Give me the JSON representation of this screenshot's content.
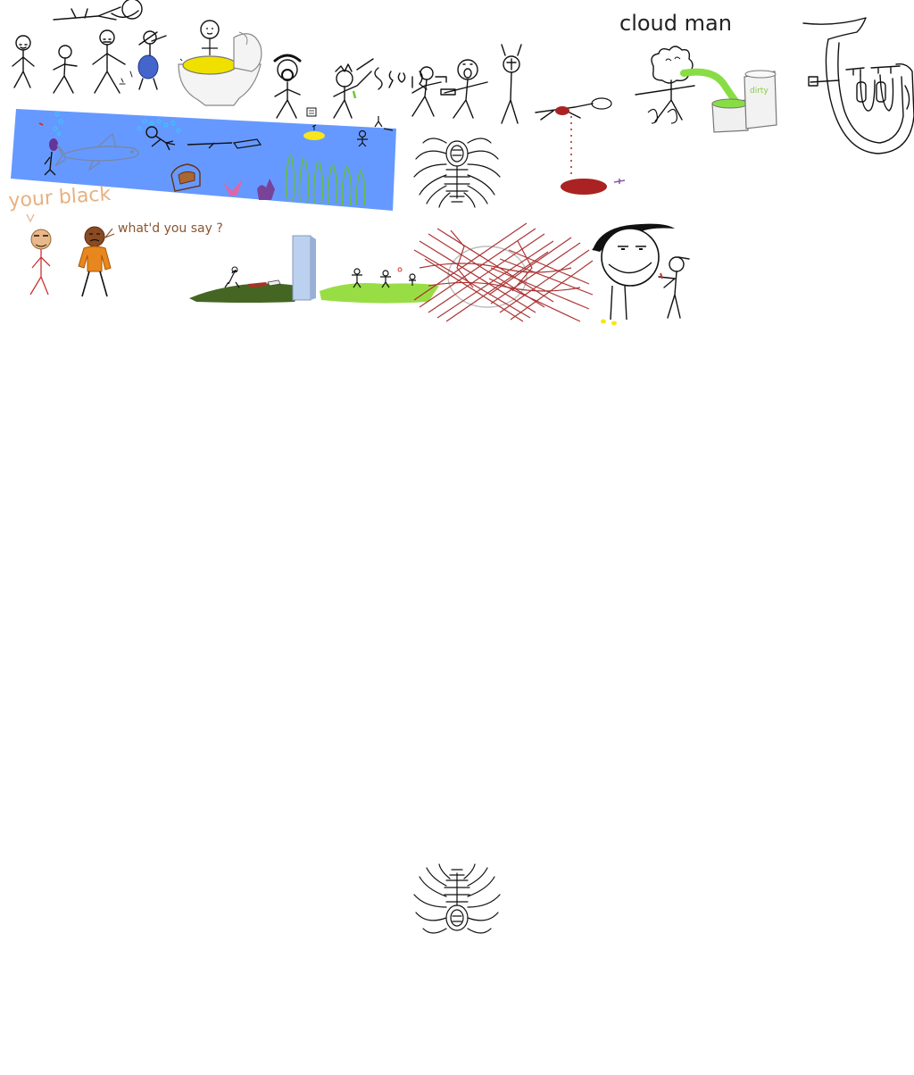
{
  "labels": {
    "cloud_man": "cloud man",
    "your_black": "your black",
    "what_d_you_say": "what'd you say ?",
    "bucket_text": "dirty"
  },
  "colors": {
    "ocean": "#6699ff",
    "seaweed": "#66bb44",
    "yellow": "#f5e61e",
    "toilet_water": "#f0e000",
    "blood": "#aa2222",
    "green_liquid": "#88dd44",
    "dark_grass": "#446622",
    "light_grass": "#99dd44",
    "monolith": "#bcd0f0",
    "blob_blue": "#4466cc",
    "skin_light": "#e8b88a",
    "skin_dark": "#8a4a22",
    "orange_shirt": "#e8871e",
    "text_orange": "#e8b080",
    "text_brown": "#8a5530",
    "red_x": "#a82a2a"
  },
  "icons": {
    "spider_top": "spider-icon",
    "spider_bottom": "spider-icon",
    "tuba": "tuba-icon",
    "toilet": "toilet-icon",
    "shark": "shark-icon"
  }
}
